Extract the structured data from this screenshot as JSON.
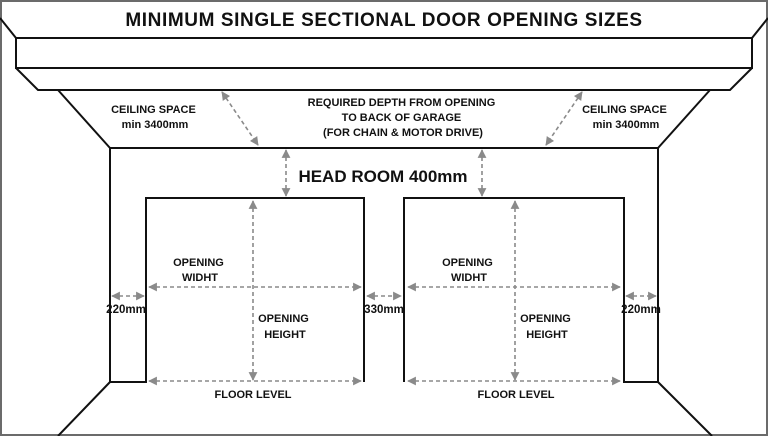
{
  "title": "MINIMUM SINGLE SECTIONAL DOOR OPENING SIZES",
  "labels": {
    "ceiling_space_left": [
      "CEILING SPACE",
      "min 3400mm"
    ],
    "ceiling_space_right": [
      "CEILING SPACE",
      "min 3400mm"
    ],
    "required_depth": [
      "REQUIRED DEPTH FROM OPENING",
      "TO BACK OF GARAGE",
      "(FOR CHAIN & MOTOR DRIVE)"
    ],
    "head_room": "HEAD ROOM 400mm",
    "left_door": {
      "opening_width": [
        "OPENING",
        "WIDHT"
      ],
      "opening_height": [
        "OPENING",
        "HEIGHT"
      ],
      "floor_level": "FLOOR LEVEL"
    },
    "right_door": {
      "opening_width": [
        "OPENING",
        "WIDHT"
      ],
      "opening_height": [
        "OPENING",
        "HEIGHT"
      ],
      "floor_level": "FLOOR LEVEL"
    },
    "side_clearance_left": "220mm",
    "center_mullion": "330mm",
    "side_clearance_right": "220mm"
  },
  "colors": {
    "line": "#111111",
    "arrow": "#8a8a8a",
    "frame": "#6b6b6b"
  }
}
